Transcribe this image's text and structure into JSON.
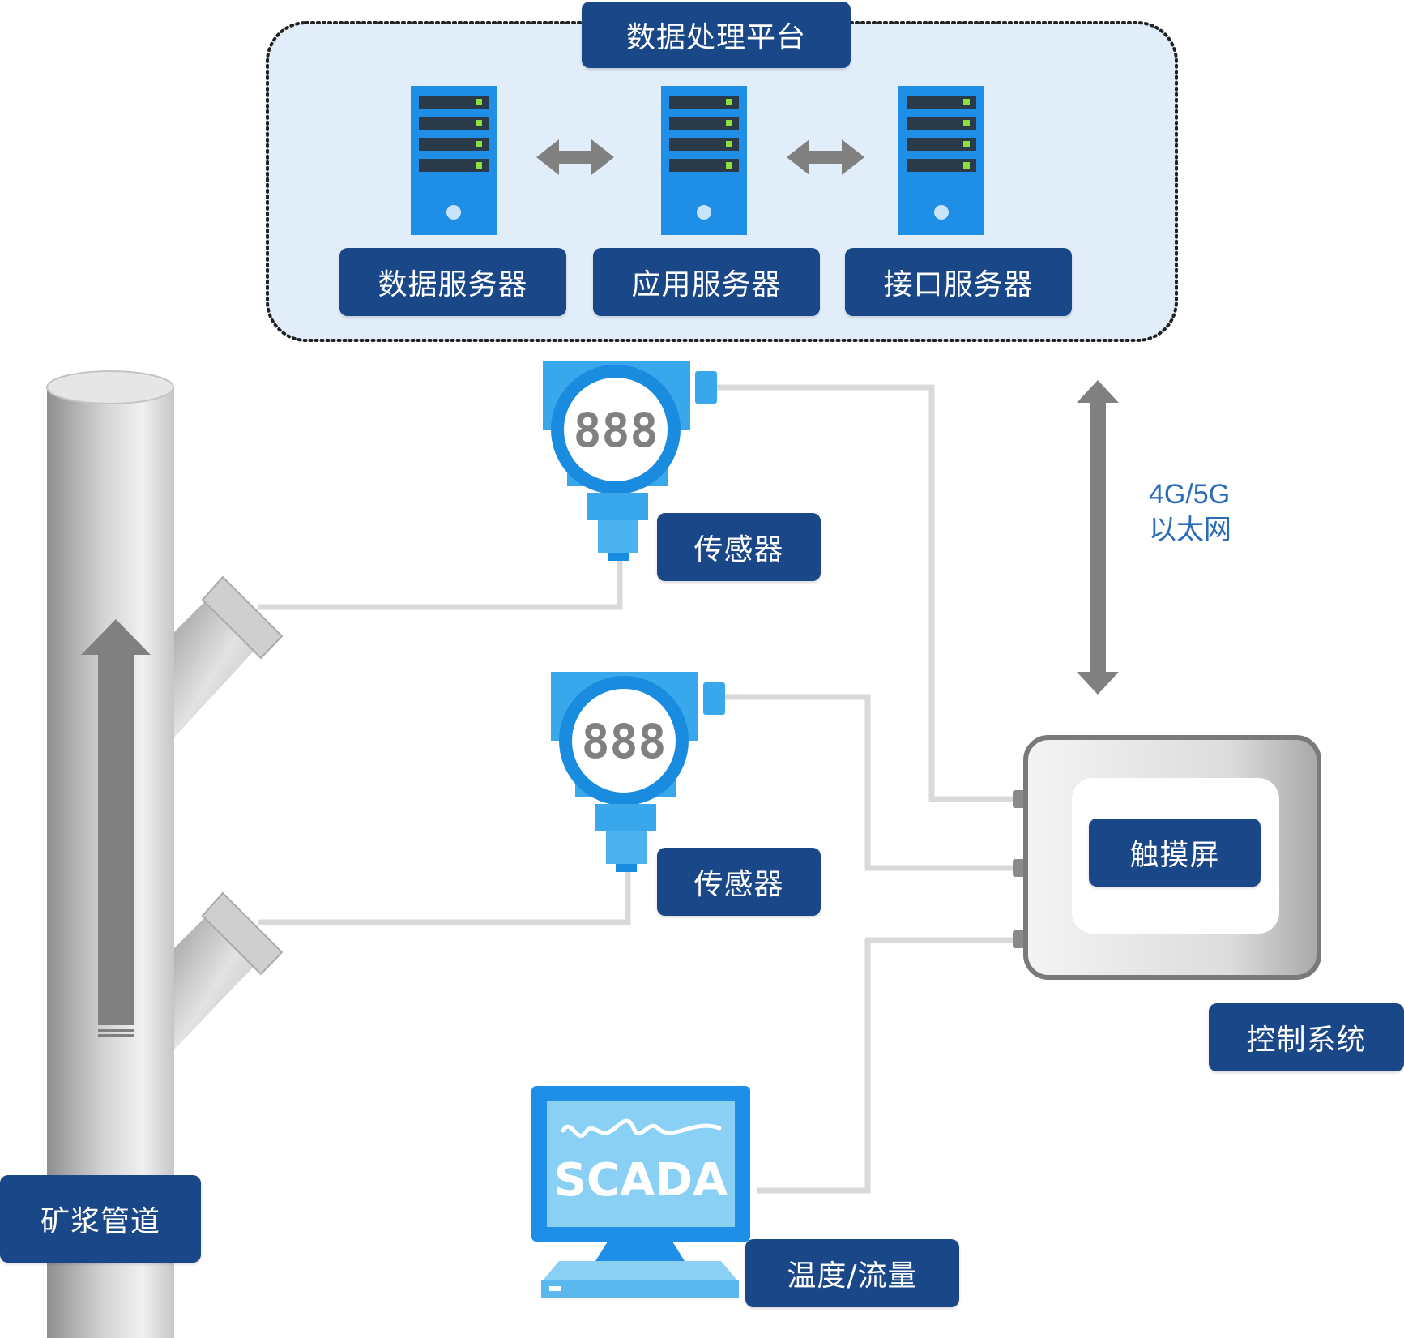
{
  "platform": {
    "title": "数据处理平台"
  },
  "servers": [
    {
      "label": "数据服务器"
    },
    {
      "label": "应用服务器"
    },
    {
      "label": "接口服务器"
    }
  ],
  "sensors": [
    {
      "label": "传感器",
      "display": "888"
    },
    {
      "label": "传感器",
      "display": "888"
    }
  ],
  "network": {
    "line1": "4G/5G",
    "line2": "以太网"
  },
  "control": {
    "screen_label": "触摸屏",
    "label": "控制系统"
  },
  "scada": {
    "screen_text": "SCADA",
    "label": "温度/流量"
  },
  "pipe": {
    "label": "矿浆管道"
  },
  "colors": {
    "label_bg": "#1a4788",
    "device_blue": "#1e90e0",
    "connector_gray": "#d9d9d9"
  }
}
